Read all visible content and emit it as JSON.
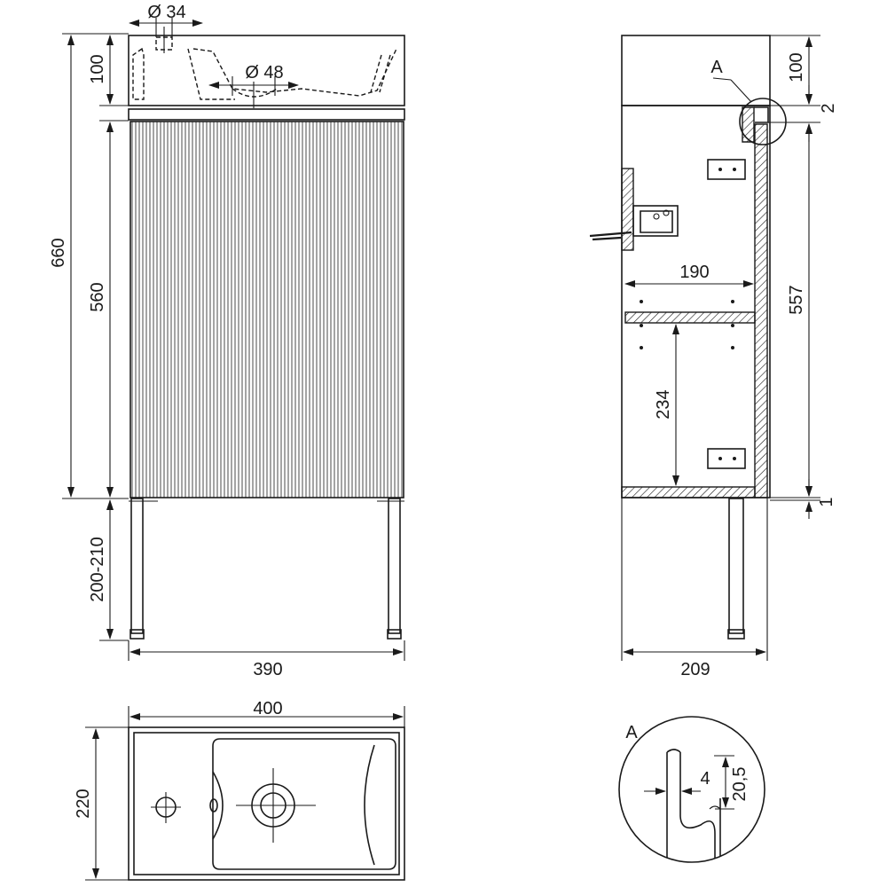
{
  "colors": {
    "line": "#1a1a1a",
    "background": "#ffffff"
  },
  "front_view": {
    "dim_basin_height": "100",
    "dim_total_height": "660",
    "dim_cabinet_height": "560",
    "dim_leg_height": "200-210",
    "dim_width": "390",
    "dim_tap_hole": "Ø 34",
    "dim_drain": "Ø 48"
  },
  "side_view": {
    "dim_basin_height": "100",
    "dim_gap_top": "2",
    "dim_inner_height": "557",
    "dim_gap_bottom": "1",
    "dim_shelf_depth": "190",
    "dim_shelf_spacing": "234",
    "dim_depth": "209",
    "detail_callout": "A"
  },
  "top_view": {
    "dim_width": "400",
    "dim_depth": "220"
  },
  "detail_a": {
    "label": "A",
    "dim_thickness": "4",
    "dim_depth": "20,5"
  }
}
